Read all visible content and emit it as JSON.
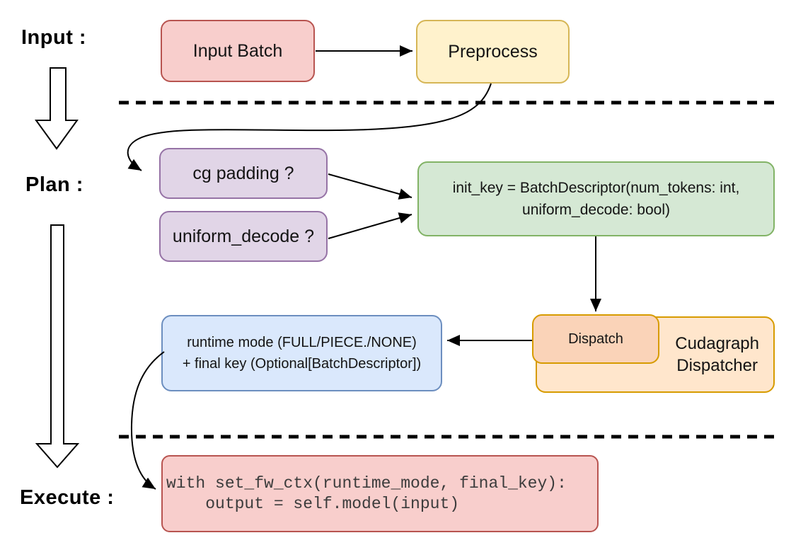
{
  "stages": {
    "input": {
      "label": "Input :"
    },
    "plan": {
      "label": "Plan :"
    },
    "execute": {
      "label": "Execute :"
    }
  },
  "nodes": {
    "input_batch": {
      "label": "Input Batch",
      "fill": "#f8cecc",
      "stroke": "#b85450"
    },
    "preprocess": {
      "label": "Preprocess",
      "fill": "#fff2cc",
      "stroke": "#d6b656"
    },
    "cg_padding": {
      "label": "cg padding ?",
      "fill": "#e1d5e7",
      "stroke": "#9673a6"
    },
    "uniform_decode": {
      "label": "uniform_decode ?",
      "fill": "#e1d5e7",
      "stroke": "#9673a6"
    },
    "init_key": {
      "lines": [
        "init_key = BatchDescriptor(num_tokens: int,",
        "uniform_decode: bool)"
      ],
      "fill": "#d5e8d4",
      "stroke": "#82b366"
    },
    "runtime_mode": {
      "lines": [
        "runtime mode (FULL/PIECE./NONE)",
        "+ final key (Optional[BatchDescriptor])"
      ],
      "fill": "#dae8fc",
      "stroke": "#6c8ebf"
    },
    "dispatch": {
      "label": "Dispatch",
      "fill": "#fad3b8",
      "stroke": "#d79b00"
    },
    "cudagraph_dispatcher": {
      "lines": [
        "Cudagraph",
        "Dispatcher"
      ],
      "fill": "#ffe6cc",
      "stroke": "#d79b00"
    },
    "execute_code": {
      "lines": [
        "with set_fw_ctx(runtime_mode, final_key):",
        "    output = self.model(input)"
      ],
      "fill": "#f8cecc",
      "stroke": "#b85450"
    }
  }
}
